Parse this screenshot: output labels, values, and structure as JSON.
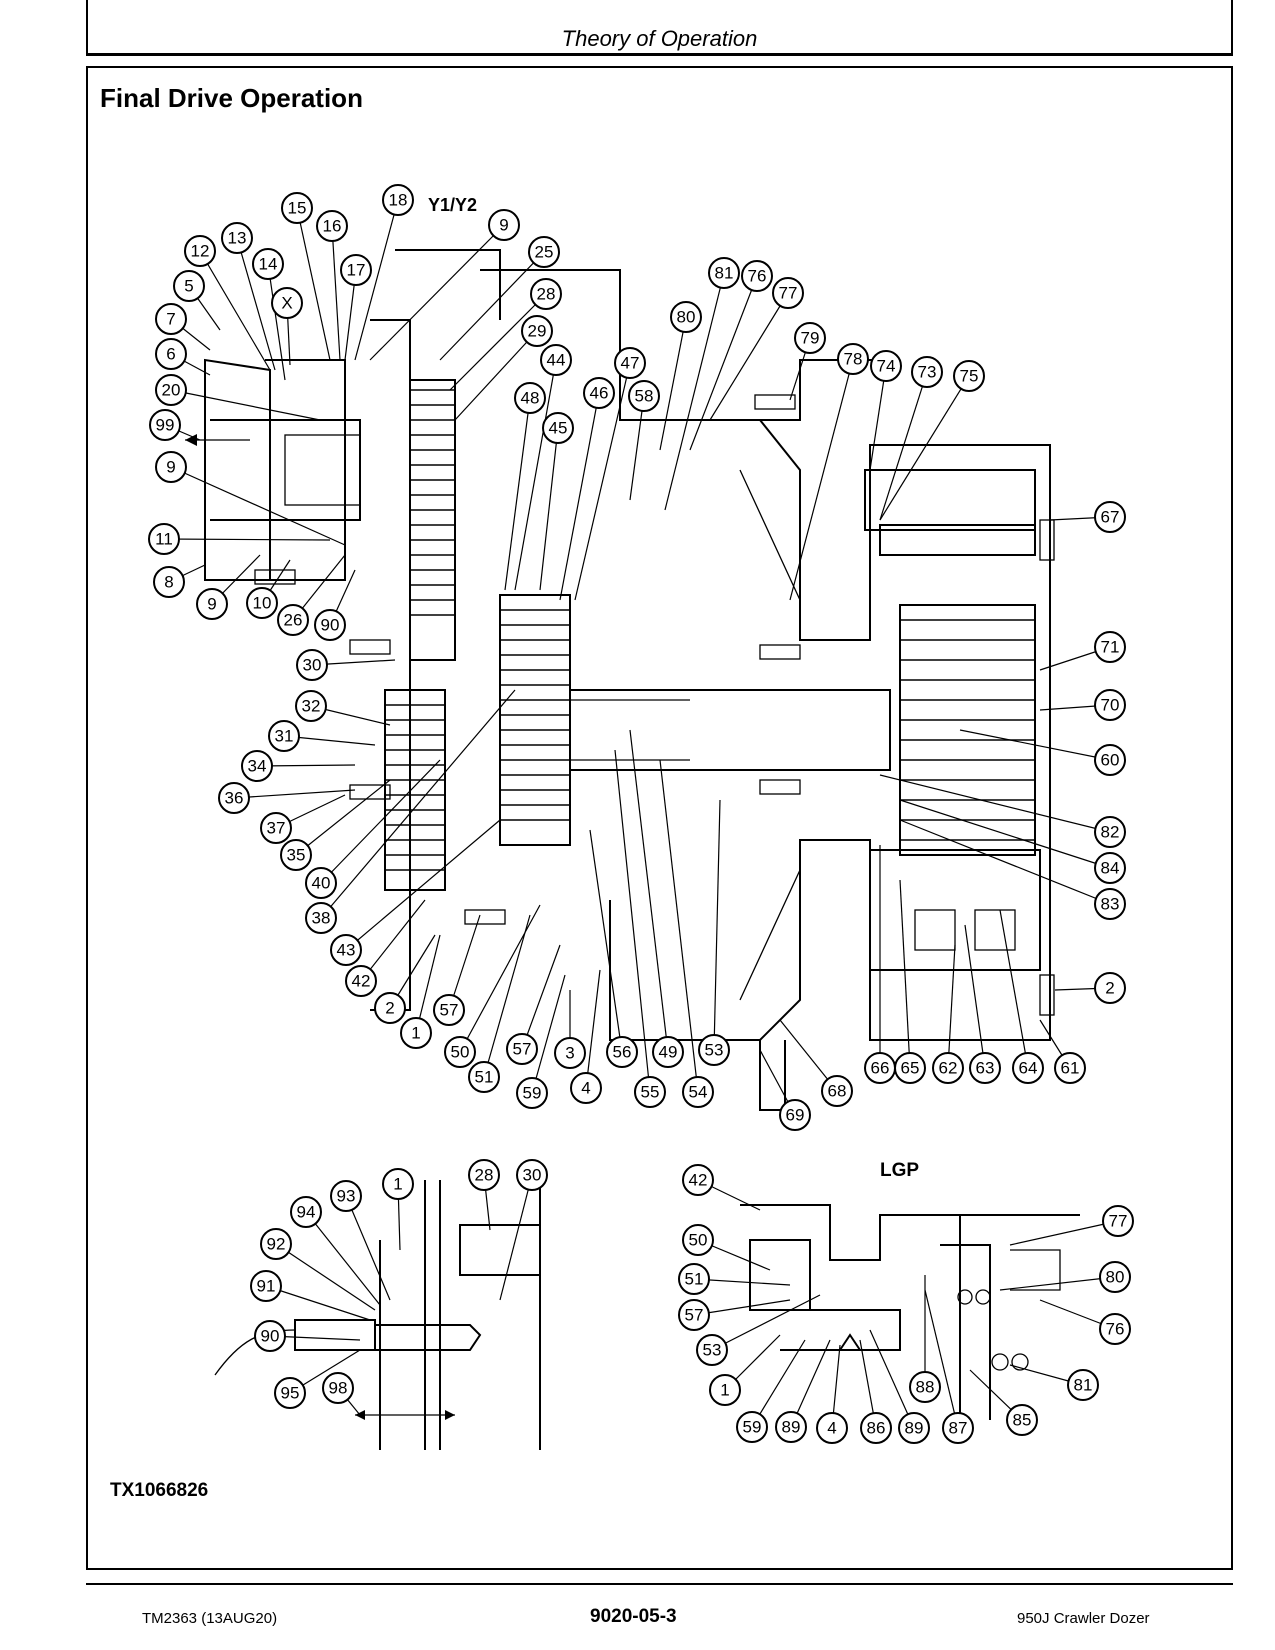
{
  "header": {
    "title": "Theory of Operation"
  },
  "section": {
    "title": "Final Drive Operation"
  },
  "labels": {
    "y1y2": "Y1/Y2",
    "lgp": "LGP",
    "figure_id": "TX1066826",
    "x_callout": "X"
  },
  "footer": {
    "left": "TM2363 (13AUG20)",
    "center": "9020-05-3",
    "right": "950J Crawler Dozer"
  },
  "callouts_main": [
    "15",
    "18",
    "16",
    "9",
    "13",
    "12",
    "14",
    "17",
    "25",
    "5",
    "28",
    "7",
    "29",
    "6",
    "20",
    "99",
    "9",
    "11",
    "8",
    "9",
    "10",
    "26",
    "90",
    "30",
    "32",
    "31",
    "34",
    "36",
    "37",
    "35",
    "40",
    "38",
    "43",
    "42",
    "2",
    "1",
    "57",
    "50",
    "51",
    "57",
    "59",
    "3",
    "4",
    "56",
    "55",
    "49",
    "54",
    "53",
    "44",
    "45",
    "48",
    "47",
    "46",
    "58",
    "80",
    "81",
    "76",
    "77",
    "79",
    "78",
    "74",
    "73",
    "75",
    "67",
    "71",
    "70",
    "60",
    "82",
    "84",
    "83",
    "66",
    "65",
    "62",
    "63",
    "64",
    "61",
    "2",
    "68",
    "69"
  ],
  "callouts_detail_left": [
    "1",
    "28",
    "30",
    "93",
    "94",
    "92",
    "91",
    "90",
    "95",
    "98"
  ],
  "callouts_detail_right": [
    "42",
    "50",
    "51",
    "57",
    "53",
    "1",
    "59",
    "89",
    "4",
    "86",
    "89",
    "87",
    "88",
    "85",
    "81",
    "76",
    "80",
    "77"
  ]
}
